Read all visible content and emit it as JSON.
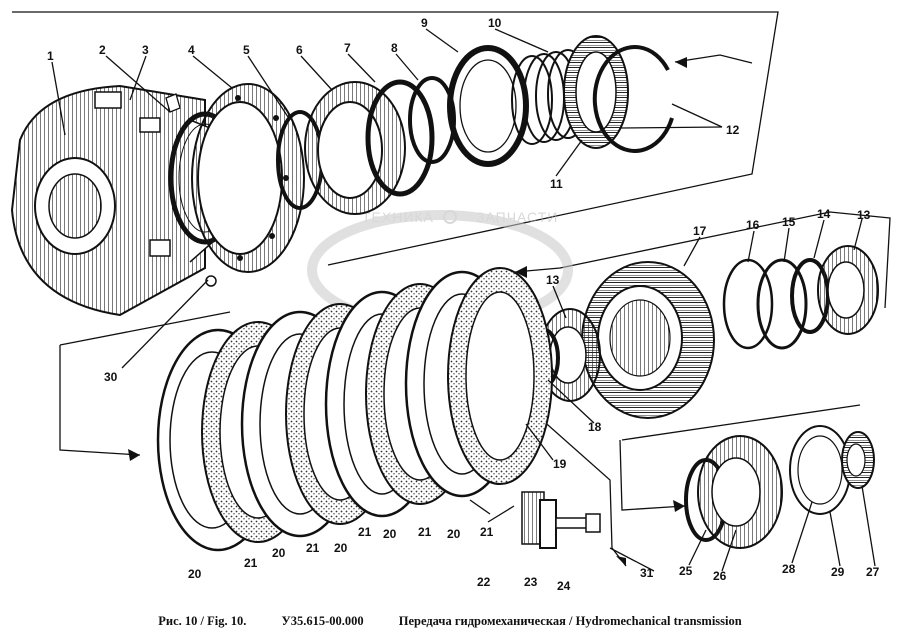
{
  "watermark": {
    "left_text": "ТЕХНИКА",
    "right_text": "ЗАПЧАСТИ"
  },
  "callouts": [
    "1",
    "2",
    "3",
    "4",
    "5",
    "6",
    "7",
    "8",
    "9",
    "10",
    "11",
    "12",
    "13",
    "14",
    "15",
    "16",
    "17",
    "13",
    "18",
    "19",
    "20",
    "21",
    "20",
    "21",
    "20",
    "21",
    "20",
    "21",
    "20",
    "21",
    "22",
    "23",
    "24",
    "25",
    "26",
    "28",
    "29",
    "27",
    "30",
    "31"
  ],
  "caption": {
    "figure": "Рис. 10 / Fig. 10.",
    "code": "У35.615-00.000",
    "title": "Передача гидромеханическая / Hydromechanical transmission"
  }
}
